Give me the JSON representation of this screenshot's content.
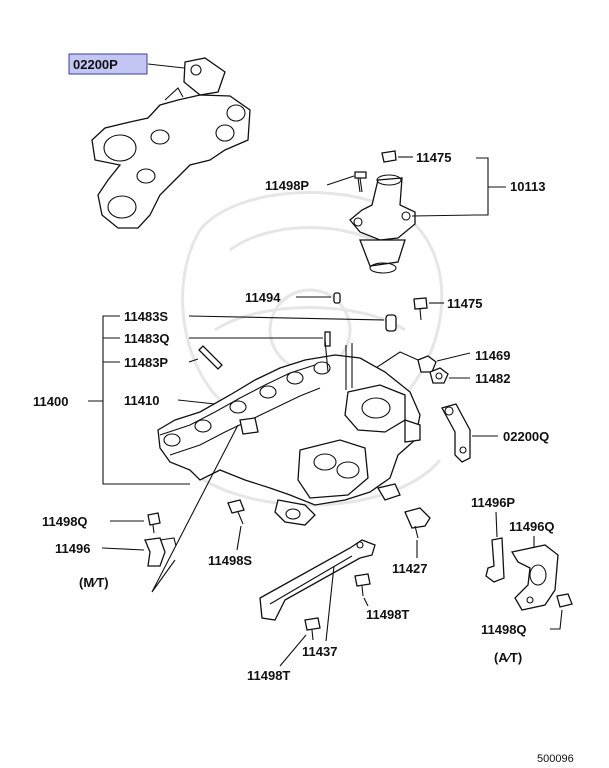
{
  "diagram_id": "500096",
  "callouts": {
    "p02200P": "02200P",
    "p11475a": "11475",
    "p11498P": "11498P",
    "p10113": "10113",
    "p11494": "11494",
    "p11475b": "11475",
    "p11483S": "11483S",
    "p11483Q": "11483Q",
    "p11483P": "11483P",
    "p11469": "11469",
    "p11482": "11482",
    "p11400": "11400",
    "p11410": "11410",
    "p02200Q": "02200Q",
    "p11496P": "11496P",
    "p11496Q": "11496Q",
    "p11498Q_left": "11498Q",
    "p11496": "11496",
    "p11498S": "11498S",
    "p11427": "11427",
    "p11498T_right": "11498T",
    "p11498Q_right": "11498Q",
    "p11437": "11437",
    "p11498T_bottom": "11498T"
  },
  "variants": {
    "mt": "(M∕T)",
    "at": "(A∕T)"
  },
  "highlight_color": "#c3c6f2"
}
